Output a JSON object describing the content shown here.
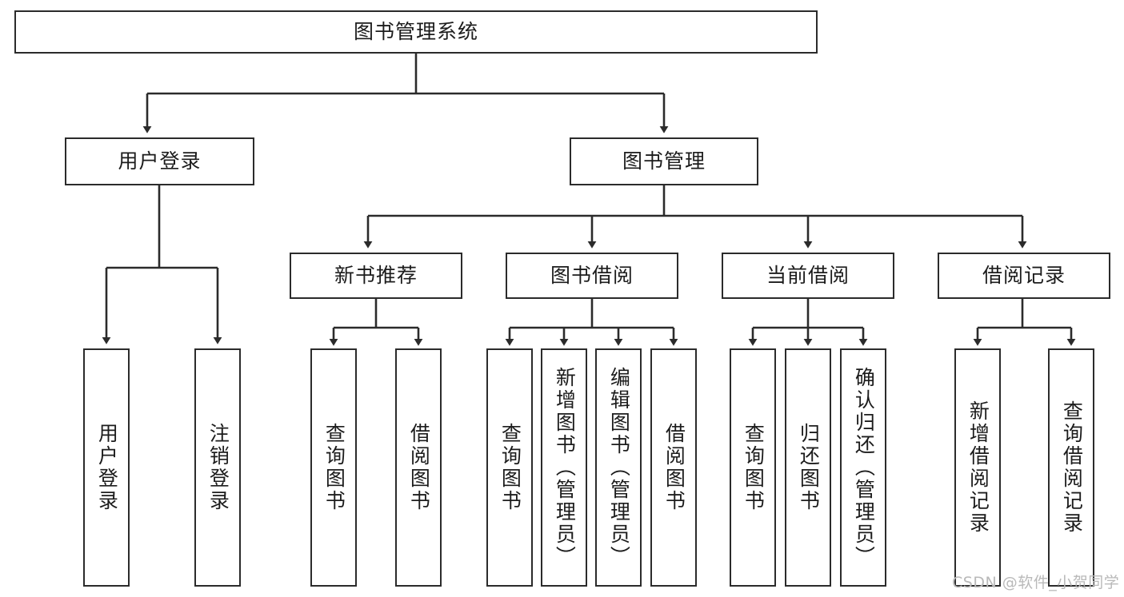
{
  "diagram": {
    "title": "图书管理系统",
    "type": "tree-hierarchy",
    "root": {
      "label": "图书管理系统",
      "orientation": "horizontal"
    },
    "level2": [
      {
        "label": "用户登录",
        "orientation": "horizontal"
      },
      {
        "label": "图书管理",
        "orientation": "horizontal"
      }
    ],
    "level3": [
      {
        "label": "新书推荐",
        "orientation": "horizontal"
      },
      {
        "label": "图书借阅",
        "orientation": "horizontal"
      },
      {
        "label": "当前借阅",
        "orientation": "horizontal"
      },
      {
        "label": "借阅记录",
        "orientation": "horizontal"
      }
    ],
    "leaves": {
      "user_login": [
        {
          "label": "用户登录",
          "orientation": "vertical"
        },
        {
          "label": "注销登录",
          "orientation": "vertical"
        }
      ],
      "new_book_recommend": [
        {
          "label": "查询图书",
          "orientation": "vertical"
        },
        {
          "label": "借阅图书",
          "orientation": "vertical"
        }
      ],
      "book_borrow": [
        {
          "label": "查询图书",
          "orientation": "vertical"
        },
        {
          "label": "新增图书（管理员）",
          "orientation": "vertical"
        },
        {
          "label": "编辑图书（管理员）",
          "orientation": "vertical"
        },
        {
          "label": "借阅图书",
          "orientation": "vertical"
        }
      ],
      "current_borrow": [
        {
          "label": "查询图书",
          "orientation": "vertical"
        },
        {
          "label": "归还图书",
          "orientation": "vertical"
        },
        {
          "label": "确认归还（管理员）",
          "orientation": "vertical"
        }
      ],
      "borrow_record": [
        {
          "label": "新增借阅记录",
          "orientation": "vertical"
        },
        {
          "label": "查询借阅记录",
          "orientation": "vertical"
        }
      ]
    },
    "watermark": "CSDN @软件_小贺同学",
    "colors": {
      "stroke": "#2b2b2b",
      "fill": "#ffffff",
      "text": "#1c1c1c",
      "watermark": "#b9b9b9"
    }
  }
}
